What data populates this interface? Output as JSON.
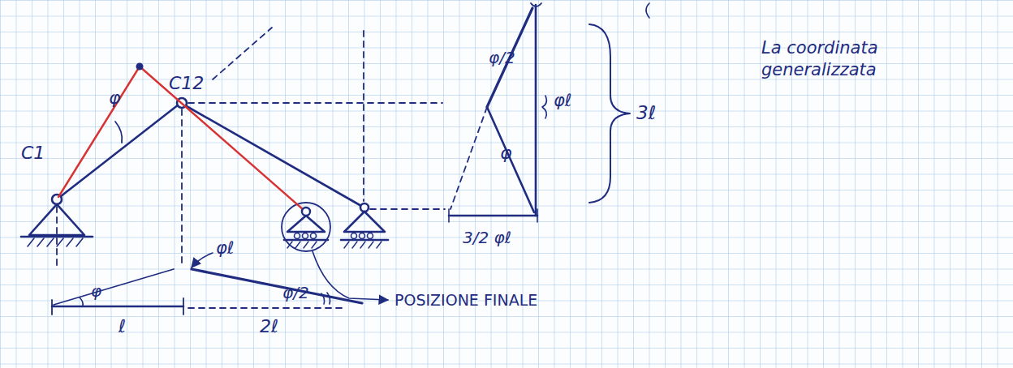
{
  "diagram": {
    "labels": [
      "C12",
      "C1",
      "φ",
      "φℓ",
      "φ",
      "φ/2",
      "ℓ",
      "2ℓ",
      "POSIZIONE FINALE",
      "φ/2",
      "φℓ",
      "φ",
      "3ℓ",
      "3/2 φℓ",
      "La coordinata generalizzata"
    ]
  }
}
